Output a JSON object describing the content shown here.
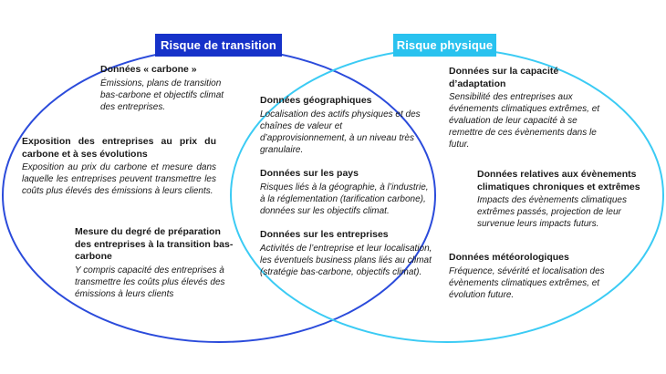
{
  "diagram": {
    "type": "venn",
    "left_label": "Risque de transition",
    "right_label": "Risque physique"
  },
  "colors": {
    "transition_box_blue": "#1632c9",
    "transition_ellipse_stroke": "#2b4bdb",
    "physique_box_cyan": "#29c2ef",
    "physique_ellipse_stroke": "#3bcbf4",
    "text": "#1a1a1a",
    "background": "#ffffff"
  },
  "left_region": {
    "items": [
      {
        "heading": "Données « carbone »",
        "body": "Émissions, plans de transition bas-carbone et objectifs climat des entreprises."
      },
      {
        "heading": "Exposition des entreprises au prix du carbone et à ses évolutions",
        "body": "Exposition au prix du carbone et mesure dans laquelle les entreprises peuvent transmettre les coûts plus élevés des émissions à leurs clients."
      },
      {
        "heading": "Mesure du degré de préparation des entreprises à la transition bas-carbone",
        "body": "Y compris capacité des entreprises à transmettre les coûts plus élevés des émissions à leurs clients"
      }
    ]
  },
  "overlap_region": {
    "items": [
      {
        "heading": "Données géographiques",
        "body": "Localisation des actifs physiques et des chaînes de valeur et d’approvisionnement, à un niveau très granulaire."
      },
      {
        "heading": "Données sur les pays",
        "body": "Risques liés à la géographie, à l’industrie, à la réglementation (tarification carbone), données sur les objectifs climat."
      },
      {
        "heading": "Données sur les entreprises",
        "body": "Activités de l’entreprise et leur localisation, les éventuels business plans liés au climat (stratégie bas-carbone, objectifs climat)."
      }
    ]
  },
  "right_region": {
    "items": [
      {
        "heading": "Données sur la capacité d’adaptation",
        "body": "Sensibilité des entreprises aux événements climatiques extrêmes, et évaluation de leur capacité à se remettre de ces évènements dans le futur."
      },
      {
        "heading": "Données relatives aux évènements climatiques chroniques et extrêmes",
        "body": "Impacts des évènements climatiques extrêmes passés, projection de leur survenue leurs impacts futurs."
      },
      {
        "heading": "Données météorologiques",
        "body": "Fréquence, sévérité et localisation des évènements climatiques extrêmes, et évolution future."
      }
    ]
  }
}
